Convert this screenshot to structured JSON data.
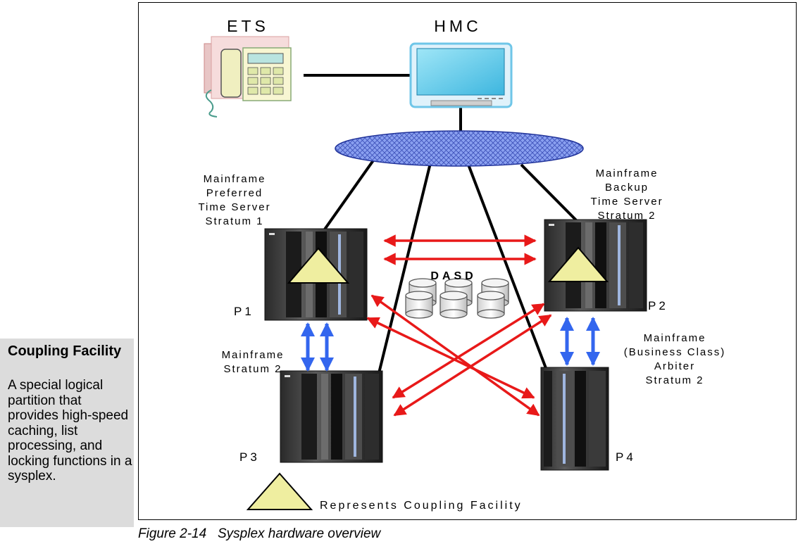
{
  "sidebar": {
    "title": "Coupling Facility",
    "body": "A special logical partition that provides high-speed caching, list processing, and locking functions in a sysplex."
  },
  "diagram": {
    "ets_label": "ETS",
    "hmc_label": "HMC",
    "dasd_label": "DASD",
    "p1": {
      "id": "P1",
      "lines": [
        "Mainframe",
        "Preferred",
        "Time Server",
        "Stratum 1"
      ]
    },
    "p2": {
      "id": "P2",
      "lines": [
        "Mainframe",
        "Backup",
        "Time Server",
        "Stratum 2"
      ]
    },
    "p3": {
      "id": "P3",
      "lines": [
        "Mainframe",
        "Stratum 2"
      ]
    },
    "p4": {
      "id": "P4",
      "lines": [
        "Mainframe",
        "(Business Class)",
        "Arbiter",
        "Stratum 2"
      ]
    },
    "legend": "Represents Coupling Facility"
  },
  "caption": "Figure 2-14   Sysplex hardware overview",
  "colors": {
    "coupling_link": "#e81919",
    "ctc_link": "#3366ee",
    "network": "#8aa0f0",
    "triangle_fill": "#efeea0",
    "sidebar_bg": "#dcdcdc"
  }
}
